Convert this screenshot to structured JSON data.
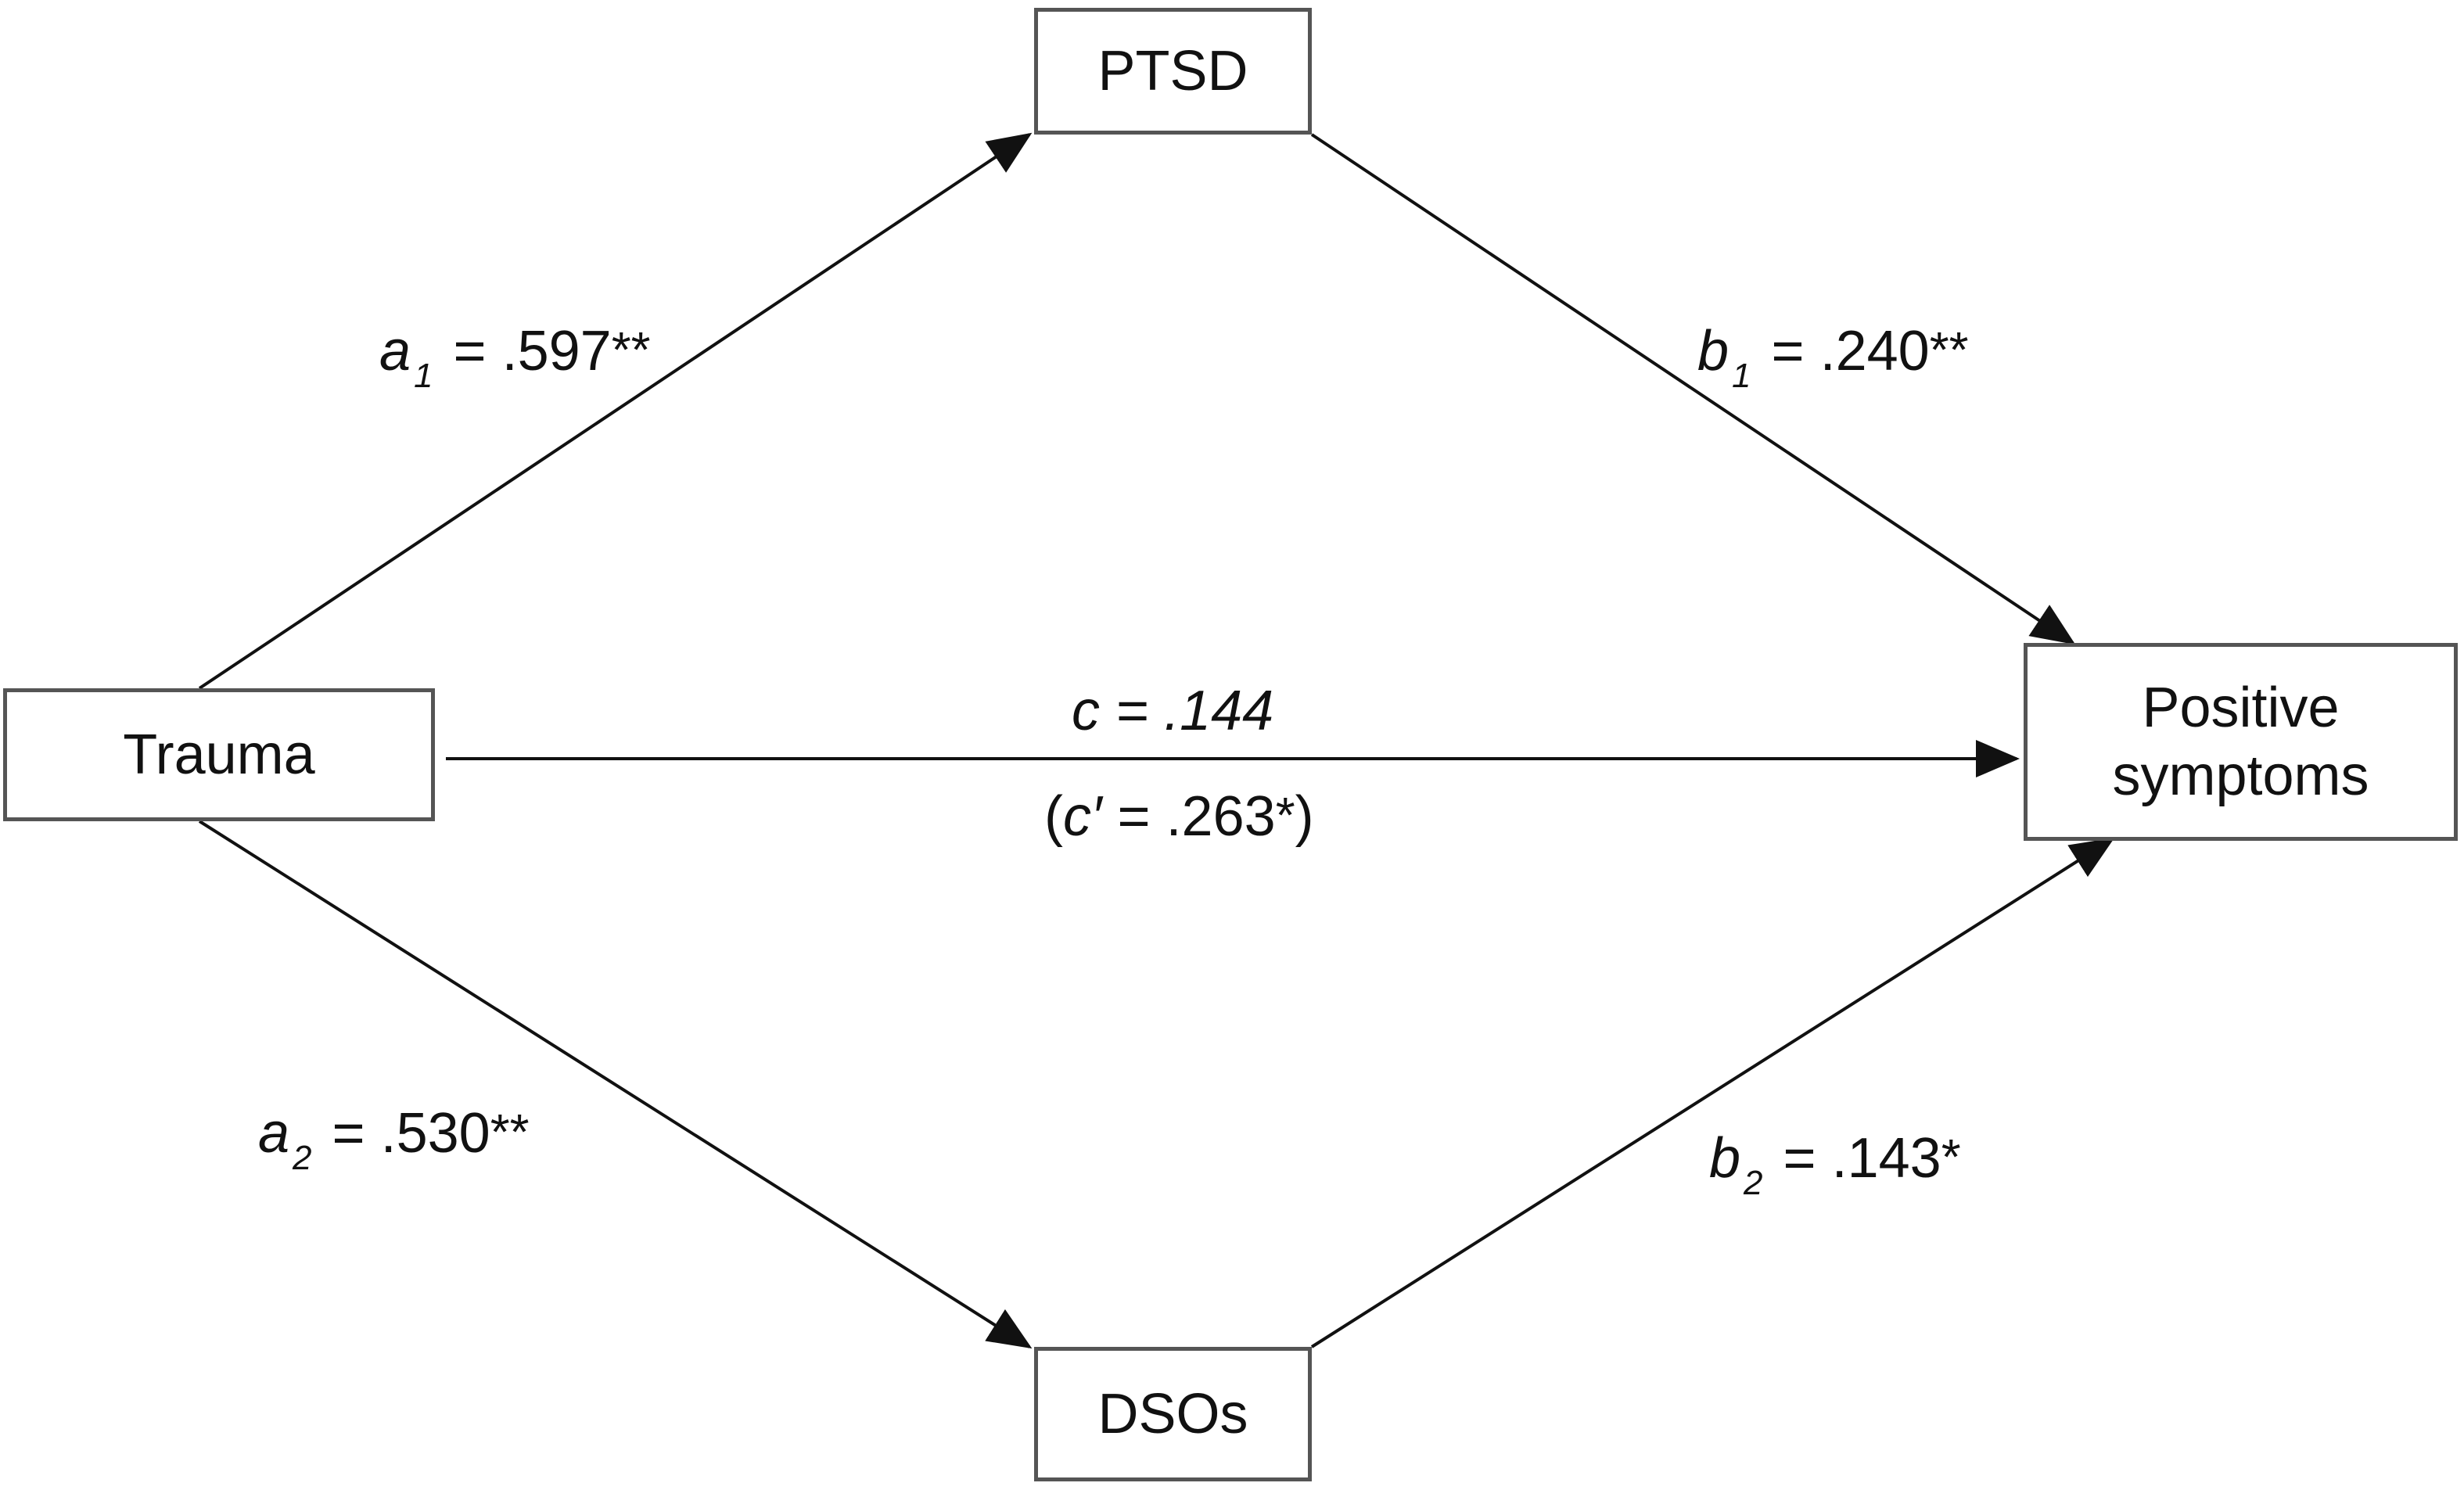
{
  "nodes": {
    "ptsd": "PTSD",
    "trauma": "Trauma",
    "dsos": "DSOs",
    "positive_line1": "Positive",
    "positive_line2": "symptoms"
  },
  "paths": {
    "a1": {
      "symbol": "a",
      "subscript": "1",
      "value": ".597",
      "sig": "**"
    },
    "b1": {
      "symbol": "b",
      "subscript": "1",
      "value": ".240",
      "sig": "**"
    },
    "a2": {
      "symbol": "a",
      "subscript": "2",
      "value": ".530",
      "sig": "**"
    },
    "b2": {
      "symbol": "b",
      "subscript": "2",
      "value": ".143",
      "sig": "*"
    },
    "c": {
      "symbol": "c",
      "value": ".144"
    },
    "c_prime": {
      "open": "(",
      "symbol": "c′",
      "value": ".263",
      "sig": "*",
      "close": ")"
    }
  },
  "colors": {
    "line": "#111111",
    "box_border": "#555555",
    "text": "#111111"
  }
}
